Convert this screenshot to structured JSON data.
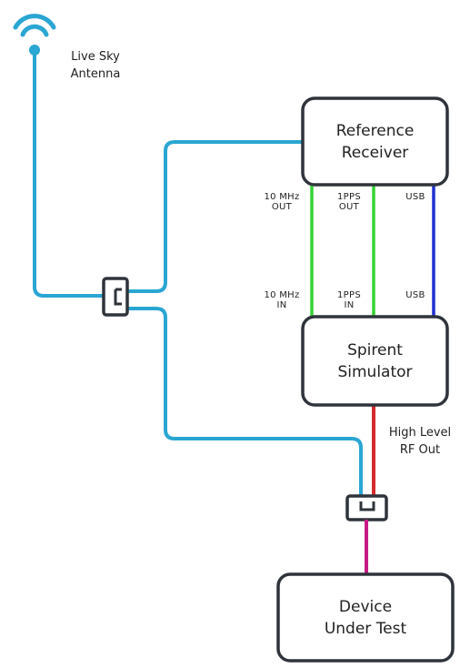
{
  "nodes": {
    "antenna": {
      "label_line1": "Live Sky",
      "label_line2": "Antenna"
    },
    "reference_receiver": {
      "line1": "Reference",
      "line2": "Receiver"
    },
    "spirent_simulator": {
      "line1": "Spirent",
      "line2": "Simulator"
    },
    "device_under_test": {
      "line1": "Device",
      "line2": "Under Test"
    }
  },
  "ports": {
    "rr_10mhz_out": {
      "line1": "10 MHz",
      "line2": "OUT"
    },
    "rr_1pps_out": {
      "line1": "1PPS",
      "line2": "OUT"
    },
    "rr_usb": "USB",
    "sim_10mhz_in": {
      "line1": "10 MHz",
      "line2": "IN"
    },
    "sim_1pps_in": {
      "line1": "1PPS",
      "line2": "IN"
    },
    "sim_usb": "USB"
  },
  "edge_labels": {
    "high_level_rf": {
      "line1": "High Level",
      "line2": "RF Out"
    }
  },
  "colors": {
    "live_sky_signal": "#2aa6d3",
    "timing_lines": "#35d335",
    "usb_line": "#1f2fd0",
    "high_level_rf": "#d42b2b",
    "combined_rf": "#c81a86",
    "box_stroke": "#2f343b"
  }
}
